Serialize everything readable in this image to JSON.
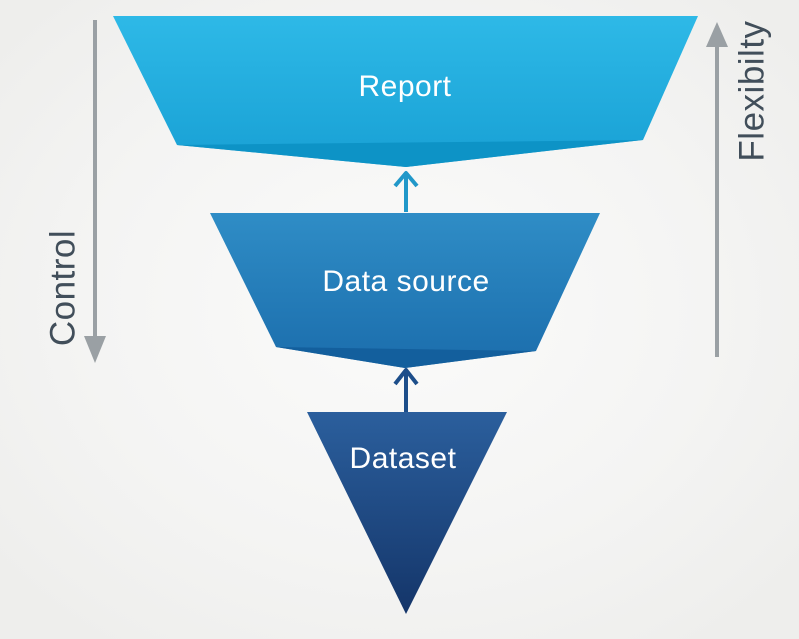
{
  "diagram": {
    "type": "inverted-funnel",
    "levels": [
      {
        "id": "report",
        "label": "Report",
        "color_top": "#2eb9e7",
        "color_bottom": "#18a0d4",
        "fold_color": "#0d93c6"
      },
      {
        "id": "data-source",
        "label": "Data source",
        "color_top": "#2f8dc6",
        "color_bottom": "#1b6dac",
        "fold_color": "#135f9d"
      },
      {
        "id": "dataset",
        "label": "Dataset",
        "color_top": "#2b5f9d",
        "color_bottom": "#143569"
      }
    ],
    "connectors": [
      {
        "from": "data-source",
        "to": "report",
        "color": "#2198c9"
      },
      {
        "from": "dataset",
        "to": "data-source",
        "color": "#1d4e8a"
      }
    ],
    "axes": {
      "left": {
        "label": "Control",
        "direction": "down"
      },
      "right": {
        "label": "Flexibilty",
        "direction": "up"
      }
    },
    "axis_color": "#9aa0a4",
    "axis_text_color": "#414e5a",
    "level_label_color": "#ffffff"
  }
}
